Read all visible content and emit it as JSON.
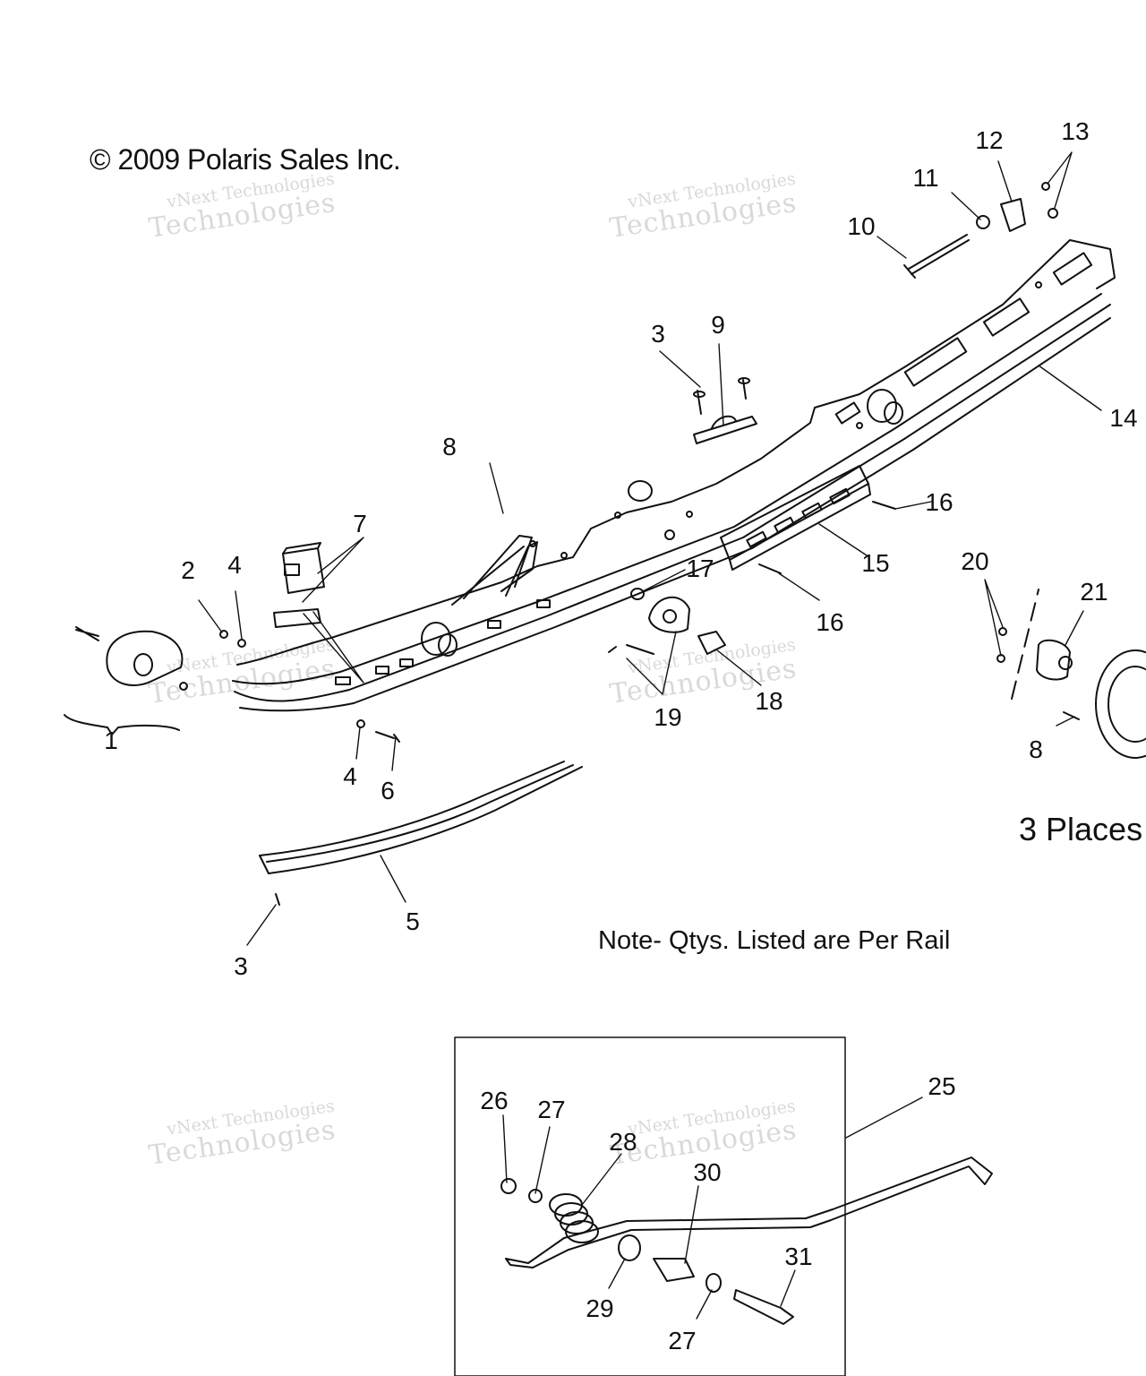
{
  "copyright": "© 2009 Polaris Sales Inc.",
  "note": "Note- Qtys. Listed are Per Rail",
  "places_label": "3 Places",
  "watermark": {
    "line1": "vNext Technologies",
    "line2": "Technologies",
    "line3": "vNext"
  },
  "callouts": [
    {
      "id": "c1",
      "text": "1"
    },
    {
      "id": "c2",
      "text": "2"
    },
    {
      "id": "c3a",
      "text": "3"
    },
    {
      "id": "c3b",
      "text": "3"
    },
    {
      "id": "c4a",
      "text": "4"
    },
    {
      "id": "c4b",
      "text": "4"
    },
    {
      "id": "c5",
      "text": "5"
    },
    {
      "id": "c6",
      "text": "6"
    },
    {
      "id": "c7",
      "text": "7"
    },
    {
      "id": "c8a",
      "text": "8"
    },
    {
      "id": "c8b",
      "text": "8"
    },
    {
      "id": "c9",
      "text": "9"
    },
    {
      "id": "c10",
      "text": "10"
    },
    {
      "id": "c11",
      "text": "11"
    },
    {
      "id": "c12",
      "text": "12"
    },
    {
      "id": "c13",
      "text": "13"
    },
    {
      "id": "c14",
      "text": "14"
    },
    {
      "id": "c15",
      "text": "15"
    },
    {
      "id": "c16a",
      "text": "16"
    },
    {
      "id": "c16b",
      "text": "16"
    },
    {
      "id": "c17",
      "text": "17"
    },
    {
      "id": "c18",
      "text": "18"
    },
    {
      "id": "c19",
      "text": "19"
    },
    {
      "id": "c20",
      "text": "20"
    },
    {
      "id": "c21",
      "text": "21"
    },
    {
      "id": "c25",
      "text": "25"
    },
    {
      "id": "c26",
      "text": "26"
    },
    {
      "id": "c27a",
      "text": "27"
    },
    {
      "id": "c27b",
      "text": "27"
    },
    {
      "id": "c28",
      "text": "28"
    },
    {
      "id": "c29",
      "text": "29"
    },
    {
      "id": "c30",
      "text": "30"
    },
    {
      "id": "c31",
      "text": "31"
    }
  ]
}
